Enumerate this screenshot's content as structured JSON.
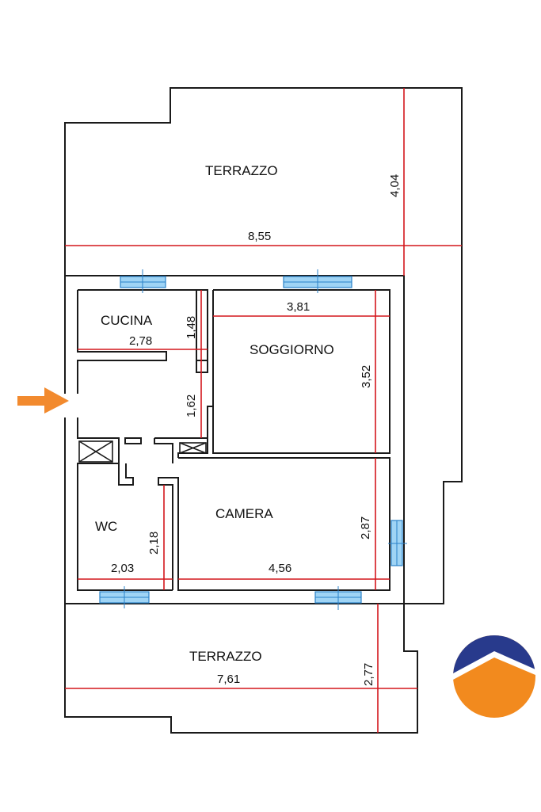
{
  "rooms": {
    "terrazzo_top": "TERRAZZO",
    "cucina": "CUCINA",
    "soggiorno": "SOGGIORNO",
    "wc": "WC",
    "camera": "CAMERA",
    "terrazzo_bottom": "TERRAZZO"
  },
  "dimensions": {
    "terrazzo_top_width": "8,55",
    "terrazzo_top_depth": "4,04",
    "cucina_width": "2,78",
    "cucina_depth": "1,48",
    "soggiorno_width": "3,81",
    "soggiorno_depth": "3,52",
    "corridor_length": "1,62",
    "wc_width": "2,03",
    "wc_depth": "2,18",
    "camera_width": "4,56",
    "camera_depth": "2,87",
    "terrazzo_bottom_width": "7,61",
    "terrazzo_bottom_depth": "2,77"
  },
  "colors": {
    "walls": "#1a1a1a",
    "dimension_lines": "#d4161c",
    "windows": "#2a82c9",
    "entrance_arrow": "#f28a2e",
    "logo_top": "#283a8c",
    "logo_bottom": "#f28a1e"
  },
  "icons": {
    "entrance": "arrow-right-icon",
    "logo": "house-roof-logo"
  }
}
